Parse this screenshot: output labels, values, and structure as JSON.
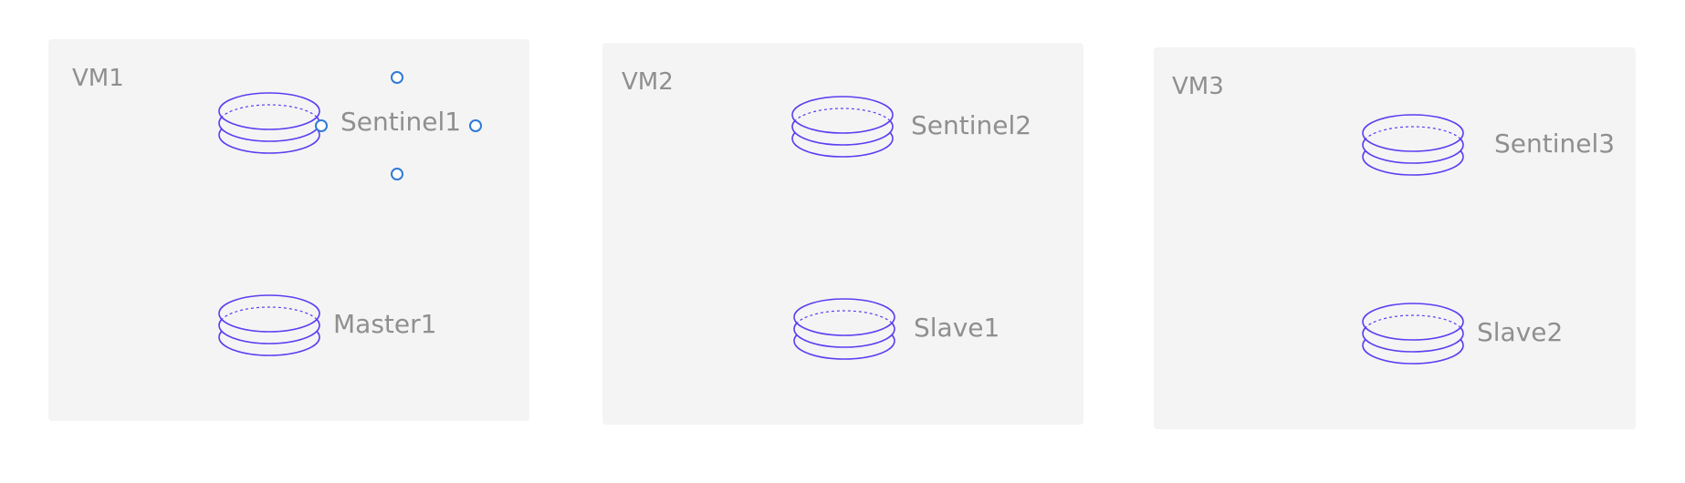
{
  "colors": {
    "vm_background": "#f4f4f4",
    "text": "#8f8f8f",
    "database_stroke": "#5b3ff2",
    "selection_handle": "#2f7ad6"
  },
  "icons": {
    "database": "stacked-cylinder-database-icon",
    "handle": "selection-handle"
  },
  "vms": [
    {
      "title": "VM1",
      "sentinel": "Sentinel1",
      "redis": "Master1"
    },
    {
      "title": "VM2",
      "sentinel": "Sentinel2",
      "redis": "Slave1"
    },
    {
      "title": "VM3",
      "sentinel": "Sentinel3",
      "redis": "Slave2"
    }
  ],
  "selected_node": "Sentinel1"
}
